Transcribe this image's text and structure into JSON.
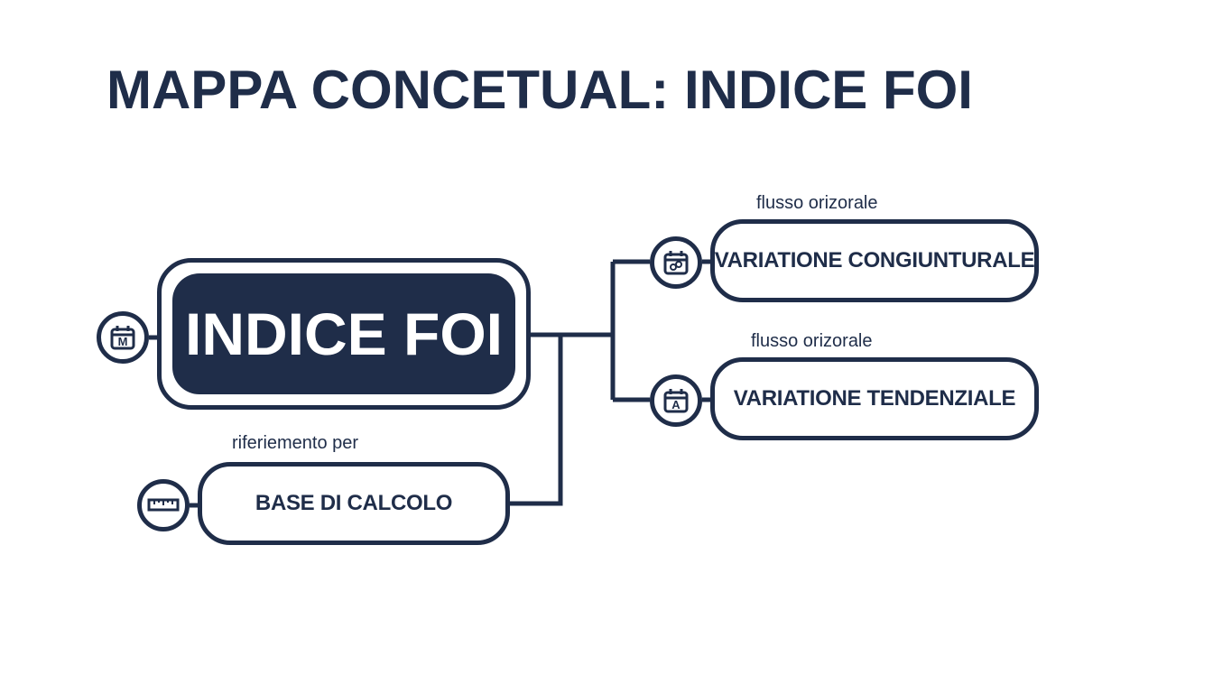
{
  "title": "MAPPA CONCETUAL: INDICE FOI",
  "nodes": {
    "main": {
      "label": "INDICE FOI",
      "icon": "calendar-m-icon",
      "icon_text": "M"
    },
    "base": {
      "label": "BASE DI CALCOLO",
      "icon": "ruler-icon",
      "edge_label": "riferiemento per"
    },
    "congiunturale": {
      "label": "VARIATIONE CONGIUNTURALE",
      "icon": "calendar-circles-icon",
      "edge_label": "flusso orizorale"
    },
    "tendenziale": {
      "label": "VARIATIONE TENDENZIALE",
      "icon": "calendar-a-icon",
      "icon_text": "A",
      "edge_label": "flusso orizorale"
    }
  },
  "colors": {
    "primary": "#1f2d49",
    "background": "#ffffff",
    "inverse_text": "#ffffff"
  }
}
